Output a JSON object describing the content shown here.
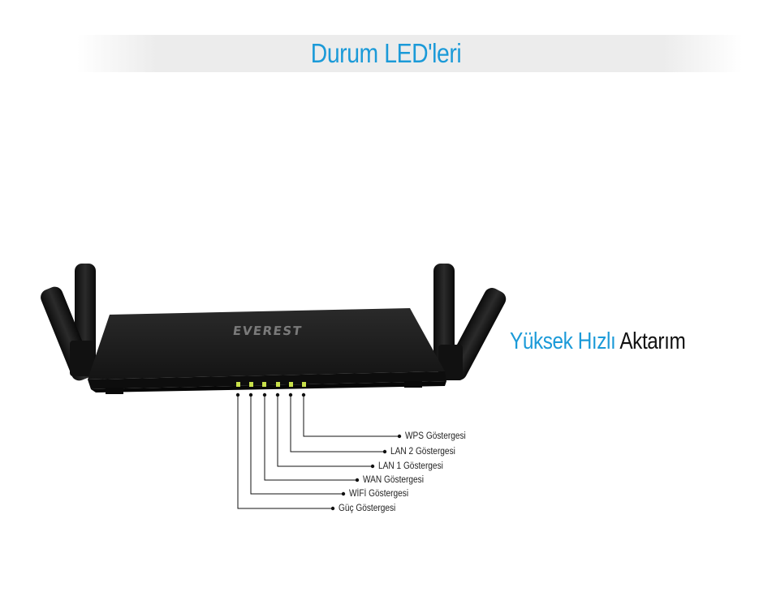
{
  "header": {
    "title": "Durum LED'leri"
  },
  "tagline": {
    "accent": "Yüksek Hızlı",
    "dark": "Aktarım"
  },
  "device": {
    "brand": "EVEREST"
  },
  "led_labels": [
    "WPS Göstergesi",
    "LAN 2 Göstergesi",
    "LAN 1 Göstergesi",
    "WAN Göstergesi",
    "WİFİ Göstergesi",
    "Güç Göstergesi"
  ],
  "colors": {
    "accent": "#1b9ad8",
    "text_dark": "#111111",
    "router_body": "#1a1a1a",
    "led": "#c8e04a"
  }
}
